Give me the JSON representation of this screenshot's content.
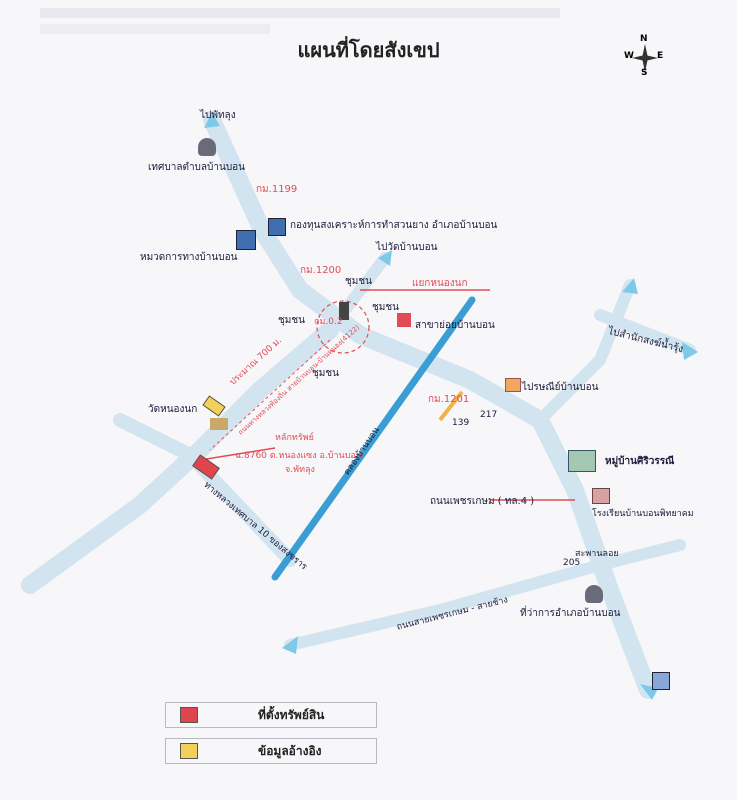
{
  "title": "แผนที่โดยสังเขป",
  "compass": {
    "n": "N",
    "s": "S",
    "e": "E",
    "w": "W"
  },
  "labels": {
    "to_phatthalung": "ไปพัทลุง",
    "ban_bon_municipality": "เทศบาลตำบลบ้านบอน",
    "km_1199": "กม.1199",
    "rubber_fund": "กองทุนสงเคราะห์การทำสวนยาง อำเภอบ้านบอน",
    "highway_unit": "หมวดการทางบ้านบอน",
    "to_wat": "ไปวัดบ้านบอน",
    "km_1200": "กม.1200",
    "nong_nok_junction": "แยกหนองนก",
    "community_1": "ชุมชน",
    "community_2": "ชุมชน",
    "community_3": "ชุมชน",
    "community_4": "ชุมชน",
    "km_near": "กม.0.2",
    "branch": "สาขาย่อยบ้านบอน",
    "about_700m": "ประมาณ 700 ม.",
    "road_small": "ถนนทางหลวงท้องถิ่น สายบ้านบอน-บ้านหนอง(4122)",
    "km_1201": "กม.1201",
    "n139": "139",
    "n217": "217",
    "post_office": "ไปรษณีย์บ้านบอน",
    "wat_nong_nok": "วัดหนองนก",
    "collateral": "หลักทรัพย์",
    "deed": "ฉ.8760 ต.หนองแซง อ.บ้านบอน",
    "province": "จ.พัทลุง",
    "canal": "คลองบ้านบอน",
    "highway10": "ทางหลวงเทศบาล 10 ของสงขราร",
    "petchkasem": "ถนนเพชรเกษม ( ทล.4 )",
    "village": "หมู่บ้านศิริวรรณี",
    "school": "โรงเรียนบ้านบอนพิทยาคม",
    "junction": "สะพานลอย",
    "n205": "205",
    "district_office": "ที่ว่าการอำเภอบ้านบอน",
    "petch_road_bottom": "ถนนสายเพชรเกษม - สายช้าง",
    "to_office": "ไปสำนักสงฆ์น้ำรุ้ง"
  },
  "legend": [
    {
      "label": "ที่ตั้งทรัพย์สิน",
      "color": "#e0444c"
    },
    {
      "label": "ข้อมูลอ้างอิง",
      "color": "#f2d05a"
    }
  ],
  "colors": {
    "road": "#cfe3f2",
    "canal": "#3a9ed4",
    "accent": "#e24b55",
    "arrow": "#7ec9e8"
  }
}
